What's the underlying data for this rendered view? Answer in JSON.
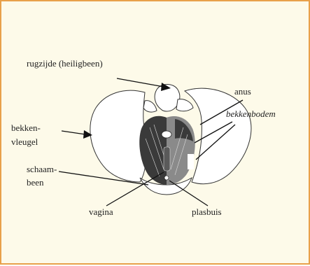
{
  "labels": {
    "sacrum": "rugzijde (heiligbeen)",
    "anus": "anus",
    "pelvic_floor": "bekkenbodem",
    "pelvic_wing_line1": "bekken-",
    "pelvic_wing_line2": "vleugel",
    "pubic_bone_line1": "schaam-",
    "pubic_bone_line2": "been",
    "vagina": "vagina",
    "urethra": "plasbuis"
  },
  "colors": {
    "frame_border": "#e8a14a",
    "frame_background": "#fdfae9",
    "muscle": "#3a3a3a"
  }
}
